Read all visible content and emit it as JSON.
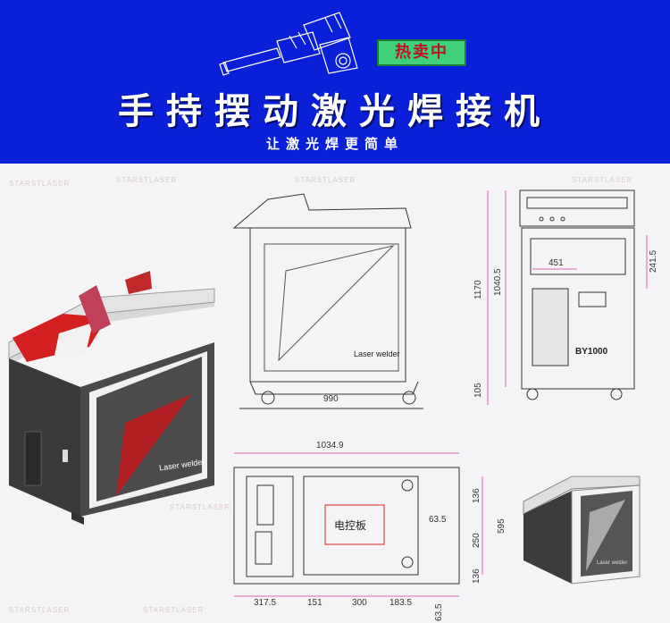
{
  "banner": {
    "badge": "热卖中",
    "title": "手持摆动激光焊接机",
    "subtitle": "让激光焊更简单",
    "bg_color": "#0a1fd8",
    "badge_color": "#3fd07a",
    "badge_text_color": "#b8122a"
  },
  "product": {
    "panel_text": "Laser welder",
    "side_model": "BY1000",
    "board_label": "电控板",
    "small_panel_text": "Laser welder"
  },
  "watermark": "STARSTLASER",
  "dimensions": {
    "side_width": "990",
    "height_total": "1170",
    "height_body": "1040.5",
    "height_lower": "105",
    "inner_width": "451",
    "right_height": "241.5",
    "top_width": "1034.9",
    "d_136a": "136",
    "d_250": "250",
    "d_136b": "136",
    "d_595": "595",
    "d_63_5a": "63.5",
    "d_317_5": "317.5",
    "d_151": "151",
    "d_300": "300",
    "d_183_5": "183.5",
    "d_63_5b": "63.5"
  }
}
